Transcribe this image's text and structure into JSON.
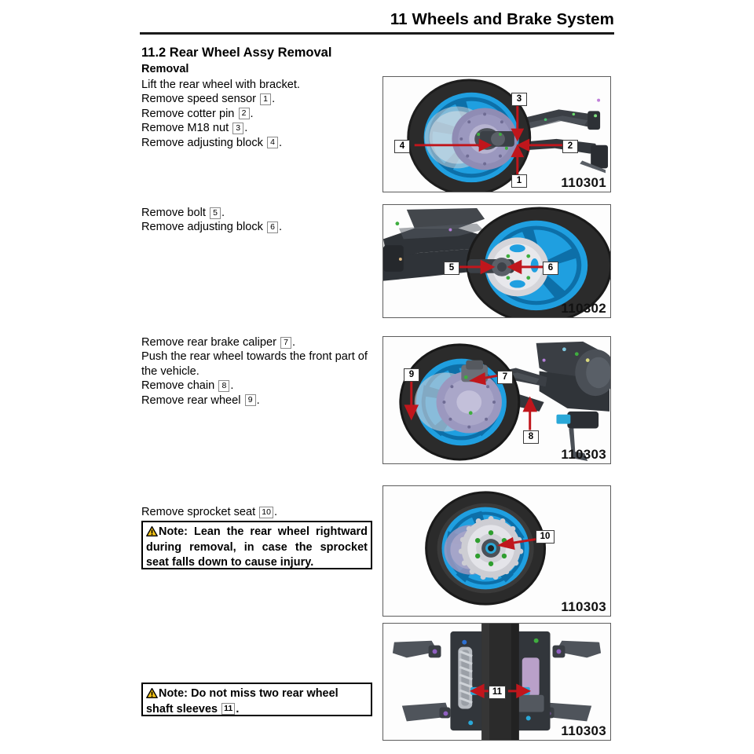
{
  "header": {
    "title": "11 Wheels and Brake System"
  },
  "section": {
    "number_title": "11.2 Rear Wheel Assy Removal",
    "subtitle": "Removal"
  },
  "blocks": [
    {
      "id": "block-1",
      "lines": [
        {
          "text": "Lift the rear wheel with bracket.",
          "callout": null,
          "tail": ""
        },
        {
          "text": "Remove speed sensor",
          "callout": "1",
          "tail": "."
        },
        {
          "text": "Remove cotter pin",
          "callout": "2",
          "tail": "."
        },
        {
          "text": "Remove M18 nut",
          "callout": "3",
          "tail": "."
        },
        {
          "text": "Remove adjusting block",
          "callout": "4",
          "tail": "."
        }
      ]
    },
    {
      "id": "block-2",
      "lines": [
        {
          "text": "Remove bolt",
          "callout": "5",
          "tail": "."
        },
        {
          "text": "Remove adjusting block",
          "callout": "6",
          "tail": "."
        }
      ]
    },
    {
      "id": "block-3",
      "lines": [
        {
          "text": "Remove rear brake caliper",
          "callout": "7",
          "tail": "."
        },
        {
          "text": "Push the rear wheel towards the front part of the vehicle.",
          "callout": null,
          "tail": ""
        },
        {
          "text": "Remove chain",
          "callout": "8",
          "tail": "."
        },
        {
          "text": "Remove rear wheel",
          "callout": "9",
          "tail": "."
        }
      ]
    },
    {
      "id": "block-4",
      "lines": [
        {
          "text": "Remove sprocket seat",
          "callout": "10",
          "tail": "."
        }
      ]
    }
  ],
  "notes": [
    {
      "id": "note-sprocket",
      "icon": "warning-triangle-icon",
      "text": "Note: Lean the rear wheel rightward during removal, in case the sprocket seat falls down to cause injury."
    },
    {
      "id": "note-sleeves",
      "icon": "warning-triangle-icon",
      "prefix": "Note: Do not miss two rear wheel shaft sleeves",
      "callout": "11",
      "tail": "."
    }
  ],
  "figures": [
    {
      "id": "figure-1",
      "code": "110301",
      "caption_code": "110301",
      "callouts": [
        "1",
        "2",
        "3",
        "4"
      ]
    },
    {
      "id": "figure-2",
      "code": "110302",
      "caption_code": "110302",
      "callouts": [
        "5",
        "6"
      ]
    },
    {
      "id": "figure-3",
      "code": "110303",
      "caption_code": "110303",
      "callouts": [
        "7",
        "8",
        "9"
      ]
    },
    {
      "id": "figure-4",
      "code": "110303",
      "caption_code": "110303",
      "callouts": [
        "10"
      ]
    },
    {
      "id": "figure-5",
      "code": "110303",
      "caption_code": "110303",
      "callouts": [
        "11"
      ]
    }
  ],
  "colors": {
    "wheel_blue": "#1f9fe0",
    "wheel_blue_dark": "#0d6fa8",
    "tire_black": "#2b2b2b",
    "tire_black_light": "#4a4a4a",
    "arrow_red": "#c0161c",
    "disc_purple": "#8f8cb4",
    "frame_dark": "#3b3f45",
    "warn_yellow": "#f5c518",
    "rule_black": "#1a1a1a"
  }
}
